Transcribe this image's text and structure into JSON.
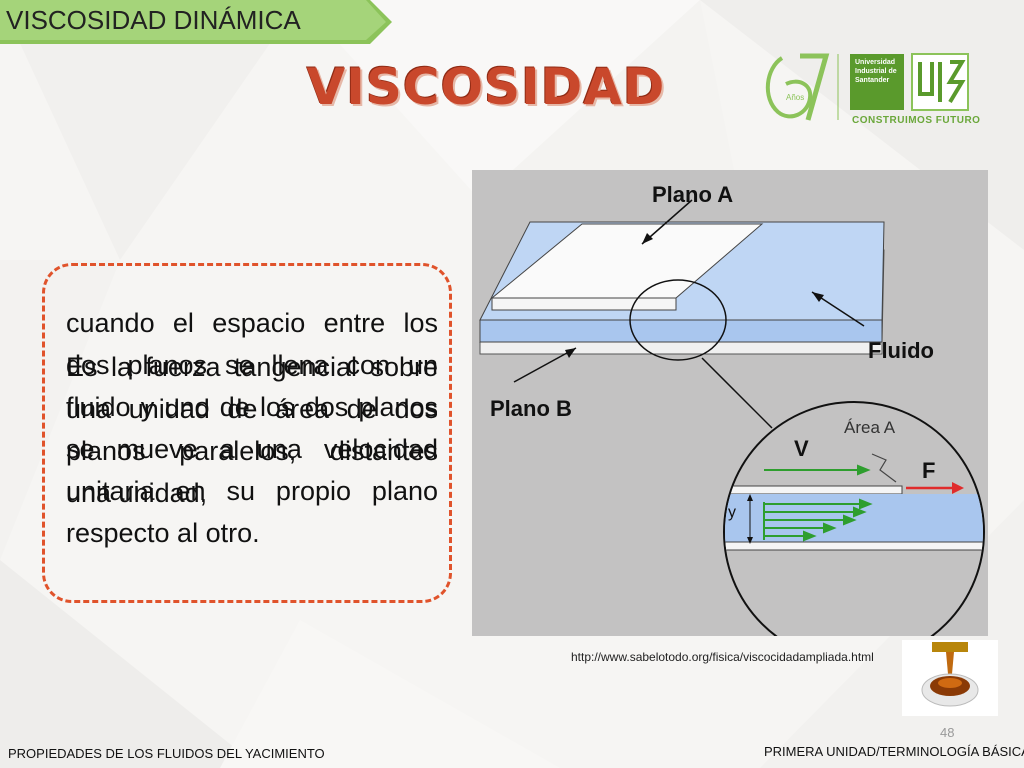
{
  "header": {
    "section_label": "VISCOSIDAD DINÁMICA",
    "title": "VISCOSIDAD"
  },
  "logo": {
    "years": "67",
    "years_word": "Años",
    "institution": "Universidad Industrial de Santander",
    "tagline": "CONSTRUIMOS FUTURO",
    "mark": "UIS",
    "colors": {
      "green": "#6aa73a",
      "dark_green": "#4f8a2a"
    }
  },
  "definition": {
    "paragraph_a": "Es la fuerza tangencial sobre una unidad de área de dos planos paralelos, distantes una unidad,",
    "paragraph_b": "cuando el espacio entre los dos planos se llena con un fluido y uno de los dos planos se mueve a una velocidad unitaria en su propio plano respecto al otro."
  },
  "figure": {
    "label_plano_a": "Plano A",
    "label_fluido": "Fluido",
    "label_plano_b": "Plano B",
    "label_v": "V",
    "label_f": "F",
    "label_area": "Área A",
    "label_y": "y"
  },
  "source_url": "http://www.sabelotodo.org/fisica/viscocidadampliada.html",
  "page_number": "48",
  "footer": {
    "left": "PROPIEDADES DE LOS FLUIDOS DEL YACIMIENTO",
    "right": "PRIMERA UNIDAD/TERMINOLOGÍA BÁSICA"
  },
  "colors": {
    "accent": "#e0532b",
    "title": "#c9482c",
    "tag_green": "#8cc35a",
    "fluid_blue": "#a9c6ee",
    "arrow_green": "#2e9e2e",
    "arrow_red": "#e02b2b"
  }
}
